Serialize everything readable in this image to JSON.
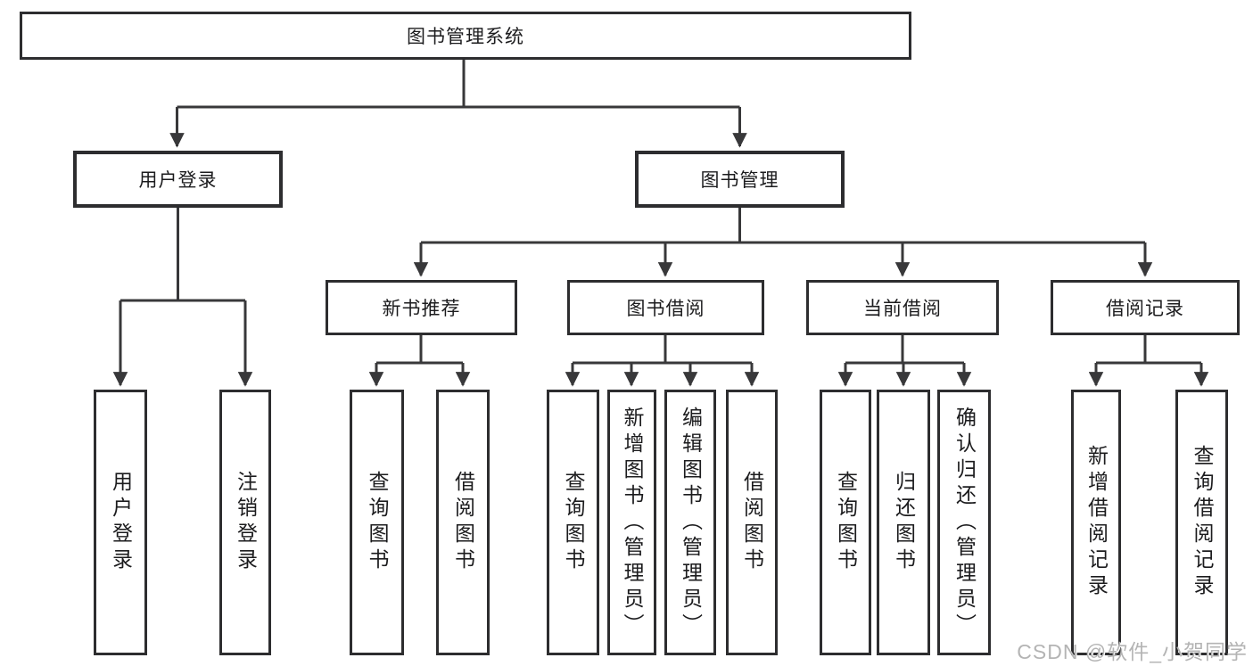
{
  "watermark": "CSDN @软件_小贺同学",
  "colors": {
    "line": "#38383a",
    "box_border": "#2d2d2f",
    "text": "#1c1c1e",
    "watermark": "#b4b4b4",
    "background": "#ffffff"
  },
  "tree": {
    "root": "图书管理系统",
    "level2": {
      "user_login": "用户登录",
      "book_mgmt": "图书管理"
    },
    "level3": {
      "new_rec": "新书推荐",
      "borrow": "图书借阅",
      "current": "当前借阅",
      "records": "借阅记录"
    },
    "leaves": {
      "user_login": "用户登录",
      "logout": "注销登录",
      "rec_query_books": "查询图书",
      "rec_borrow_books": "借阅图书",
      "bor_query_books": "查询图书",
      "bor_add_books": "新增图书（管理员）",
      "bor_edit_books": "编辑图书（管理员）",
      "bor_borrow_books": "借阅图书",
      "cur_query_books": "查询图书",
      "cur_return_books": "归还图书",
      "cur_confirm_return": "确认归还（管理员）",
      "log_add_record": "新增借阅记录",
      "log_query_record": "查询借阅记录"
    }
  }
}
